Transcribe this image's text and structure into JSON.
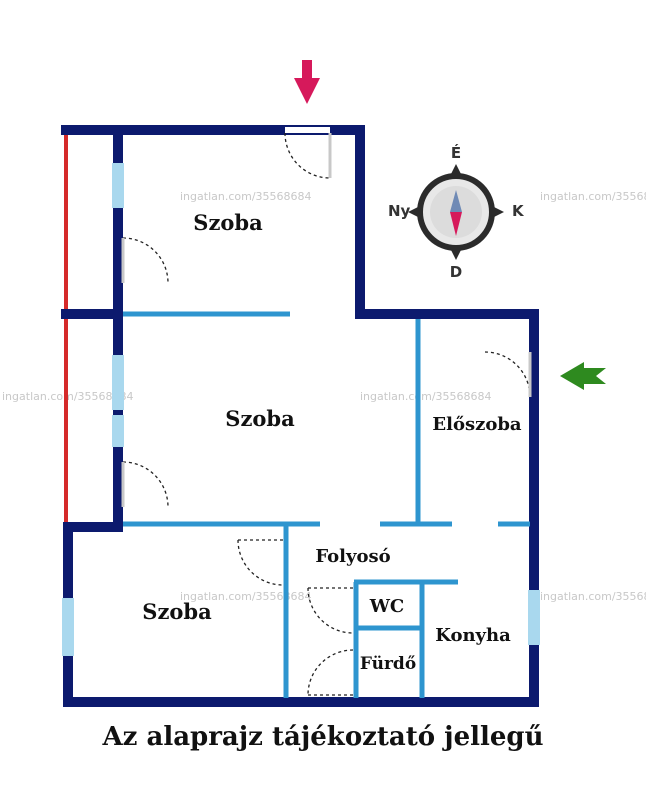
{
  "rooms": {
    "szoba1": "Szoba",
    "szoba2": "Szoba",
    "eloszoba": "Előszoba",
    "folyoso": "Folyosó",
    "szoba3": "Szoba",
    "wc": "WC",
    "konyha": "Konyha",
    "furdo": "Fürdő"
  },
  "compass": {
    "north": "É",
    "west": "Ny",
    "east": "K",
    "south": "D"
  },
  "watermark": "ingatlan.com/35568684",
  "caption": "Az alaprajz tájékoztató jellegű",
  "colors": {
    "outer_wall": "#0c1a6e",
    "inner_wall": "#2e95cf",
    "balcony_wall": "#d52a2a",
    "window": "#a9d8ee",
    "entrance_arrow_top": "#d6195b",
    "entrance_arrow_side": "#2e8a1f"
  }
}
